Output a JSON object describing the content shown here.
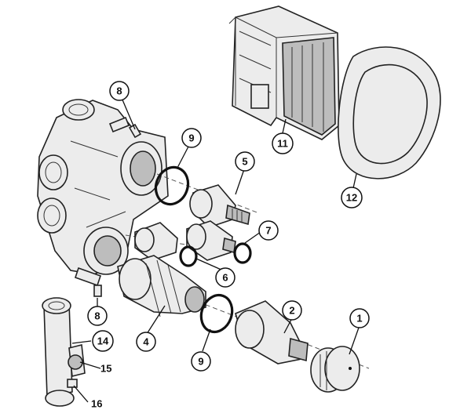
{
  "callouts": {
    "c1": "1",
    "c2": "2",
    "c4": "4",
    "c5": "5",
    "c6": "6",
    "c7": "7",
    "c8a": "8",
    "c8b": "8",
    "c9a": "9",
    "c9b": "9",
    "c11": "11",
    "c12": "12",
    "c14": "14",
    "c15": "15",
    "c16": "16"
  }
}
